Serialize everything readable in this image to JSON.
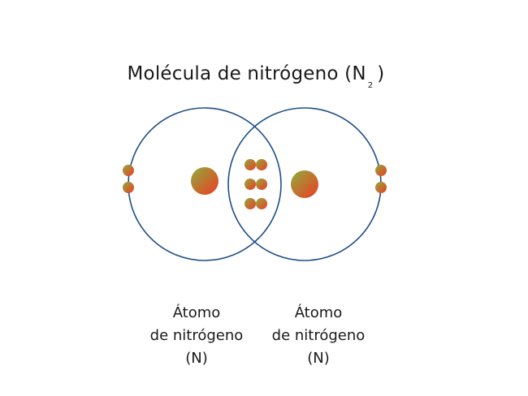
{
  "title": {
    "main": "Molécula de nitrógeno (N",
    "subscript": "2",
    "close": ")"
  },
  "colors": {
    "orbit": "#1f4e87",
    "particle_light": "#8fae3c",
    "particle_dark": "#e8442a",
    "text": "#1a1a1a",
    "background": "#ffffff"
  },
  "atoms": [
    {
      "label_line1": "Átomo",
      "label_line2": "de nitrógeno",
      "label_line3": "(N)",
      "outer_electrons": 2
    },
    {
      "label_line1": "Átomo",
      "label_line2": "de nitrógeno",
      "label_line3": "(N)",
      "outer_electrons": 2
    }
  ],
  "shared_electrons": 6,
  "shared_electron_pairs": 3
}
